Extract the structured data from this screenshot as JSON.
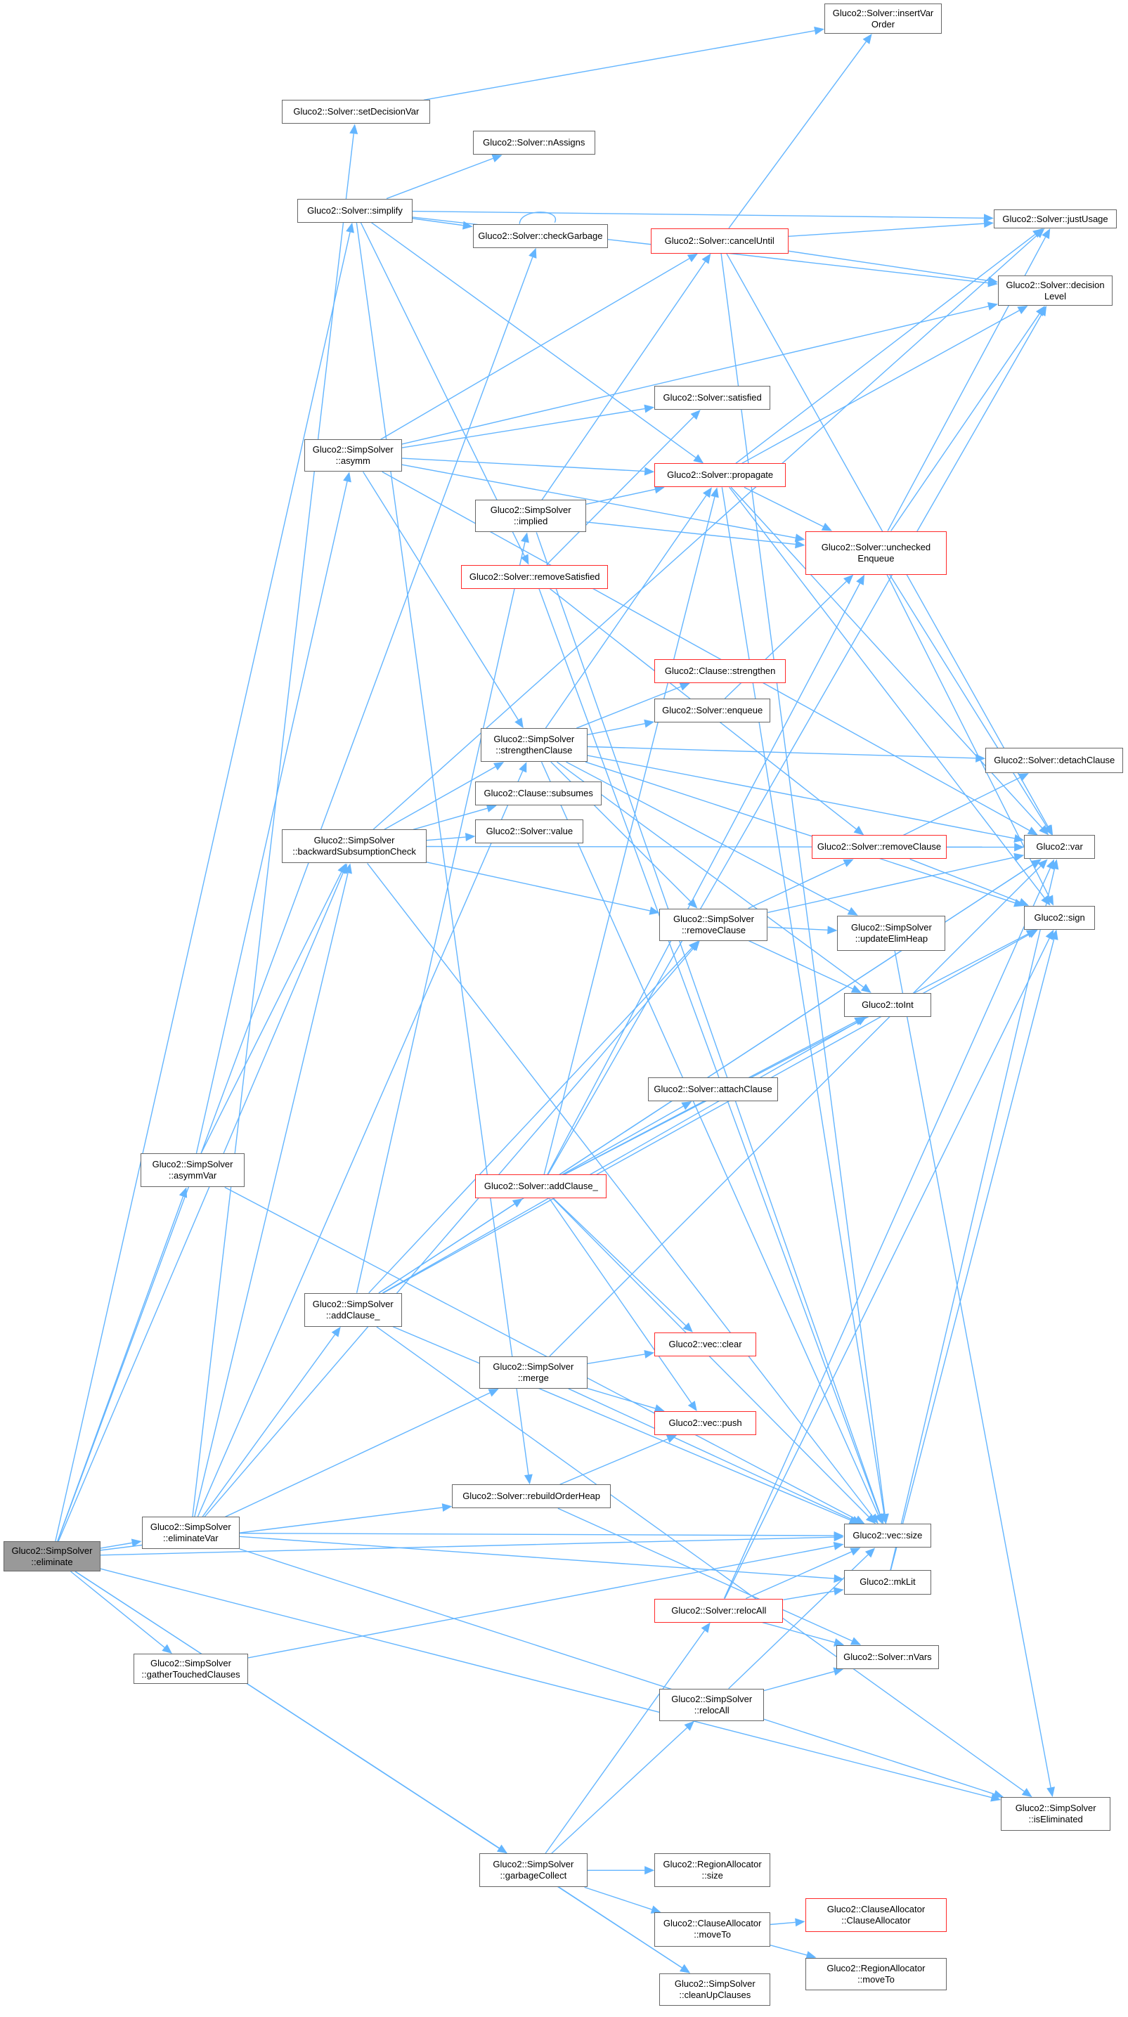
{
  "colors": {
    "edge": "#63b5ff",
    "border": "#666666",
    "red_border": "#ff2a2a",
    "root_fill": "#999999"
  },
  "nodes": {
    "insertVarOrder": {
      "lines": [
        "Gluco2::Solver::insertVar",
        "Order"
      ]
    },
    "setDecisionVar": {
      "lines": [
        "Gluco2::Solver::setDecisionVar"
      ]
    },
    "nAssigns": {
      "lines": [
        "Gluco2::Solver::nAssigns"
      ]
    },
    "simplify": {
      "lines": [
        "Gluco2::Solver::simplify"
      ]
    },
    "checkGarbage": {
      "lines": [
        "Gluco2::Solver::checkGarbage"
      ]
    },
    "justUsage": {
      "lines": [
        "Gluco2::Solver::justUsage"
      ]
    },
    "decisionLevel": {
      "lines": [
        "Gluco2::Solver::decision",
        "Level"
      ]
    },
    "cancelUntil": {
      "lines": [
        "Gluco2::Solver::cancelUntil"
      ],
      "red": true
    },
    "satisfied": {
      "lines": [
        "Gluco2::Solver::satisfied"
      ]
    },
    "asymm": {
      "lines": [
        "Gluco2::SimpSolver",
        "::asymm"
      ]
    },
    "propagate": {
      "lines": [
        "Gluco2::Solver::propagate"
      ],
      "red": true
    },
    "implied": {
      "lines": [
        "Gluco2::SimpSolver",
        "::implied"
      ]
    },
    "uncheckedEnqueue": {
      "lines": [
        "Gluco2::Solver::unchecked",
        "Enqueue"
      ],
      "red": true
    },
    "removeSatisfied": {
      "lines": [
        "Gluco2::Solver::removeSatisfied"
      ],
      "red": true
    },
    "strengthen": {
      "lines": [
        "Gluco2::Clause::strengthen"
      ],
      "red": true
    },
    "enqueue": {
      "lines": [
        "Gluco2::Solver::enqueue"
      ]
    },
    "strengthenClause": {
      "lines": [
        "Gluco2::SimpSolver",
        "::strengthenClause"
      ]
    },
    "detachClause": {
      "lines": [
        "Gluco2::Solver::detachClause"
      ]
    },
    "subsumes": {
      "lines": [
        "Gluco2::Clause::subsumes"
      ]
    },
    "value": {
      "lines": [
        "Gluco2::Solver::value"
      ]
    },
    "solverRemoveClause": {
      "lines": [
        "Gluco2::Solver::removeClause"
      ],
      "red": true
    },
    "var": {
      "lines": [
        "Gluco2::var"
      ]
    },
    "backwardSubsumptionCheck": {
      "lines": [
        "Gluco2::SimpSolver",
        "::backwardSubsumptionCheck"
      ]
    },
    "sign": {
      "lines": [
        "Gluco2::sign"
      ]
    },
    "simpRemoveClause": {
      "lines": [
        "Gluco2::SimpSolver",
        "::removeClause"
      ]
    },
    "updateElimHeap": {
      "lines": [
        "Gluco2::SimpSolver",
        "::updateElimHeap"
      ]
    },
    "toInt": {
      "lines": [
        "Gluco2::toInt"
      ]
    },
    "attachClause": {
      "lines": [
        "Gluco2::Solver::attachClause"
      ]
    },
    "asymmVar": {
      "lines": [
        "Gluco2::SimpSolver",
        "::asymmVar"
      ]
    },
    "solverAddClause": {
      "lines": [
        "Gluco2::Solver::addClause_"
      ],
      "red": true
    },
    "simpAddClause": {
      "lines": [
        "Gluco2::SimpSolver",
        "::addClause_"
      ]
    },
    "vecClear": {
      "lines": [
        "Gluco2::vec::clear"
      ],
      "red": true
    },
    "merge": {
      "lines": [
        "Gluco2::SimpSolver",
        "::merge"
      ]
    },
    "vecPush": {
      "lines": [
        "Gluco2::vec::push"
      ],
      "red": true
    },
    "rebuildOrderHeap": {
      "lines": [
        "Gluco2::Solver::rebuildOrderHeap"
      ]
    },
    "vecSize": {
      "lines": [
        "Gluco2::vec::size"
      ]
    },
    "eliminateVar": {
      "lines": [
        "Gluco2::SimpSolver",
        "::eliminateVar"
      ]
    },
    "eliminate": {
      "lines": [
        "Gluco2::SimpSolver",
        "::eliminate"
      ],
      "root": true
    },
    "mkLit": {
      "lines": [
        "Gluco2::mkLit"
      ]
    },
    "solverRelocAll": {
      "lines": [
        "Gluco2::Solver::relocAll"
      ],
      "red": true
    },
    "nVars": {
      "lines": [
        "Gluco2::Solver::nVars"
      ]
    },
    "gatherTouchedClauses": {
      "lines": [
        "Gluco2::SimpSolver",
        "::gatherTouchedClauses"
      ]
    },
    "simpRelocAll": {
      "lines": [
        "Gluco2::SimpSolver",
        "::relocAll"
      ]
    },
    "isEliminated": {
      "lines": [
        "Gluco2::SimpSolver",
        "::isEliminated"
      ]
    },
    "garbageCollect": {
      "lines": [
        "Gluco2::SimpSolver",
        "::garbageCollect"
      ]
    },
    "regionSize": {
      "lines": [
        "Gluco2::RegionAllocator",
        "::size"
      ]
    },
    "clauseAllocCtor": {
      "lines": [
        "Gluco2::ClauseAllocator",
        "::ClauseAllocator"
      ],
      "red": true
    },
    "clauseAllocMoveTo": {
      "lines": [
        "Gluco2::ClauseAllocator",
        "::moveTo"
      ]
    },
    "regionMoveTo": {
      "lines": [
        "Gluco2::RegionAllocator",
        "::moveTo"
      ]
    },
    "cleanUpClauses": {
      "lines": [
        "Gluco2::SimpSolver",
        "::cleanUpClauses"
      ]
    }
  },
  "edges": [
    [
      "eliminate",
      "simplify"
    ],
    [
      "eliminate",
      "checkGarbage"
    ],
    [
      "eliminate",
      "backwardSubsumptionCheck"
    ],
    [
      "eliminate",
      "asymmVar"
    ],
    [
      "eliminate",
      "eliminateVar"
    ],
    [
      "eliminate",
      "gatherTouchedClauses"
    ],
    [
      "eliminate",
      "rebuildOrderHeap"
    ],
    [
      "eliminate",
      "garbageCollect"
    ],
    [
      "eliminate",
      "cleanUpClauses"
    ],
    [
      "eliminate",
      "isEliminated"
    ],
    [
      "eliminate",
      "vecSize"
    ],
    [
      "setDecisionVar",
      "insertVarOrder"
    ],
    [
      "simplify",
      "nAssigns"
    ],
    [
      "simplify",
      "checkGarbage"
    ],
    [
      "simplify",
      "justUsage"
    ],
    [
      "simplify",
      "decisionLevel"
    ],
    [
      "simplify",
      "propagate"
    ],
    [
      "simplify",
      "removeSatisfied"
    ],
    [
      "simplify",
      "rebuildOrderHeap"
    ],
    [
      "checkGarbage",
      "checkGarbage"
    ],
    [
      "cancelUntil",
      "insertVarOrder"
    ],
    [
      "cancelUntil",
      "justUsage"
    ],
    [
      "cancelUntil",
      "decisionLevel"
    ],
    [
      "cancelUntil",
      "var"
    ],
    [
      "cancelUntil",
      "vecSize"
    ],
    [
      "asymm",
      "cancelUntil"
    ],
    [
      "asymm",
      "decisionLevel"
    ],
    [
      "asymm",
      "satisfied"
    ],
    [
      "asymm",
      "propagate"
    ],
    [
      "asymm",
      "strengthenClause"
    ],
    [
      "asymm",
      "uncheckedEnqueue"
    ],
    [
      "asymm",
      "var"
    ],
    [
      "implied",
      "cancelUntil"
    ],
    [
      "implied",
      "propagate"
    ],
    [
      "implied",
      "uncheckedEnqueue"
    ],
    [
      "implied",
      "vecSize"
    ],
    [
      "propagate",
      "justUsage"
    ],
    [
      "propagate",
      "decisionLevel"
    ],
    [
      "propagate",
      "uncheckedEnqueue"
    ],
    [
      "propagate",
      "var"
    ],
    [
      "propagate",
      "sign"
    ],
    [
      "propagate",
      "vecSize"
    ],
    [
      "uncheckedEnqueue",
      "justUsage"
    ],
    [
      "uncheckedEnqueue",
      "decisionLevel"
    ],
    [
      "uncheckedEnqueue",
      "var"
    ],
    [
      "uncheckedEnqueue",
      "sign"
    ],
    [
      "removeSatisfied",
      "solverRemoveClause"
    ],
    [
      "removeSatisfied",
      "satisfied"
    ],
    [
      "removeSatisfied",
      "vecSize"
    ],
    [
      "strengthenClause",
      "strengthen"
    ],
    [
      "strengthenClause",
      "enqueue"
    ],
    [
      "strengthenClause",
      "propagate"
    ],
    [
      "strengthenClause",
      "simpRemoveClause"
    ],
    [
      "strengthenClause",
      "updateElimHeap"
    ],
    [
      "strengthenClause",
      "var"
    ],
    [
      "strengthenClause",
      "sign"
    ],
    [
      "strengthenClause",
      "vecSize"
    ],
    [
      "strengthenClause",
      "toInt"
    ],
    [
      "strengthenClause",
      "detachClause"
    ],
    [
      "enqueue",
      "uncheckedEnqueue"
    ],
    [
      "solverRemoveClause",
      "detachClause"
    ],
    [
      "solverRemoveClause",
      "var"
    ],
    [
      "solverRemoveClause",
      "sign"
    ],
    [
      "simpRemoveClause",
      "solverRemoveClause"
    ],
    [
      "simpRemoveClause",
      "updateElimHeap"
    ],
    [
      "simpRemoveClause",
      "var"
    ],
    [
      "simpRemoveClause",
      "toInt"
    ],
    [
      "updateElimHeap",
      "isEliminated"
    ],
    [
      "backwardSubsumptionCheck",
      "strengthenClause"
    ],
    [
      "backwardSubsumptionCheck",
      "subsumes"
    ],
    [
      "backwardSubsumptionCheck",
      "value"
    ],
    [
      "backwardSubsumptionCheck",
      "var"
    ],
    [
      "backwardSubsumptionCheck",
      "simpRemoveClause"
    ],
    [
      "backwardSubsumptionCheck",
      "justUsage"
    ],
    [
      "backwardSubsumptionCheck",
      "vecSize"
    ],
    [
      "asymmVar",
      "asymm"
    ],
    [
      "asymmVar",
      "backwardSubsumptionCheck"
    ],
    [
      "asymmVar",
      "vecSize"
    ],
    [
      "solverAddClause",
      "attachClause"
    ],
    [
      "solverAddClause",
      "toInt"
    ],
    [
      "solverAddClause",
      "var"
    ],
    [
      "solverAddClause",
      "sign"
    ],
    [
      "solverAddClause",
      "vecSize"
    ],
    [
      "solverAddClause",
      "vecClear"
    ],
    [
      "solverAddClause",
      "vecPush"
    ],
    [
      "solverAddClause",
      "uncheckedEnqueue"
    ],
    [
      "solverAddClause",
      "decisionLevel"
    ],
    [
      "solverAddClause",
      "propagate"
    ],
    [
      "simpAddClause",
      "solverAddClause"
    ],
    [
      "simpAddClause",
      "simpRemoveClause"
    ],
    [
      "simpAddClause",
      "implied"
    ],
    [
      "simpAddClause",
      "sign"
    ],
    [
      "simpAddClause",
      "vecSize"
    ],
    [
      "simpAddClause",
      "toInt"
    ],
    [
      "simpAddClause",
      "isEliminated"
    ],
    [
      "simpAddClause",
      "var"
    ],
    [
      "merge",
      "vecClear"
    ],
    [
      "merge",
      "vecPush"
    ],
    [
      "merge",
      "vecSize"
    ],
    [
      "merge",
      "var"
    ],
    [
      "rebuildOrderHeap",
      "vecPush"
    ],
    [
      "rebuildOrderHeap",
      "nVars"
    ],
    [
      "eliminateVar",
      "backwardSubsumptionCheck"
    ],
    [
      "eliminateVar",
      "simpAddClause"
    ],
    [
      "eliminateVar",
      "merge"
    ],
    [
      "eliminateVar",
      "simpRemoveClause"
    ],
    [
      "eliminateVar",
      "vecSize"
    ],
    [
      "eliminateVar",
      "mkLit"
    ],
    [
      "eliminateVar",
      "isEliminated"
    ],
    [
      "eliminateVar",
      "setDecisionVar"
    ],
    [
      "eliminateVar",
      "strengthenClause"
    ],
    [
      "mkLit",
      "var"
    ],
    [
      "mkLit",
      "sign"
    ],
    [
      "solverRelocAll",
      "mkLit"
    ],
    [
      "solverRelocAll",
      "nVars"
    ],
    [
      "solverRelocAll",
      "vecSize"
    ],
    [
      "solverRelocAll",
      "var"
    ],
    [
      "solverRelocAll",
      "sign"
    ],
    [
      "simpRelocAll",
      "nVars"
    ],
    [
      "simpRelocAll",
      "vecSize"
    ],
    [
      "gatherTouchedClauses",
      "vecSize"
    ],
    [
      "garbageCollect",
      "solverRelocAll"
    ],
    [
      "garbageCollect",
      "simpRelocAll"
    ],
    [
      "garbageCollect",
      "regionSize"
    ],
    [
      "garbageCollect",
      "clauseAllocMoveTo"
    ],
    [
      "garbageCollect",
      "cleanUpClauses"
    ],
    [
      "clauseAllocMoveTo",
      "clauseAllocCtor"
    ],
    [
      "clauseAllocMoveTo",
      "regionMoveTo"
    ]
  ]
}
